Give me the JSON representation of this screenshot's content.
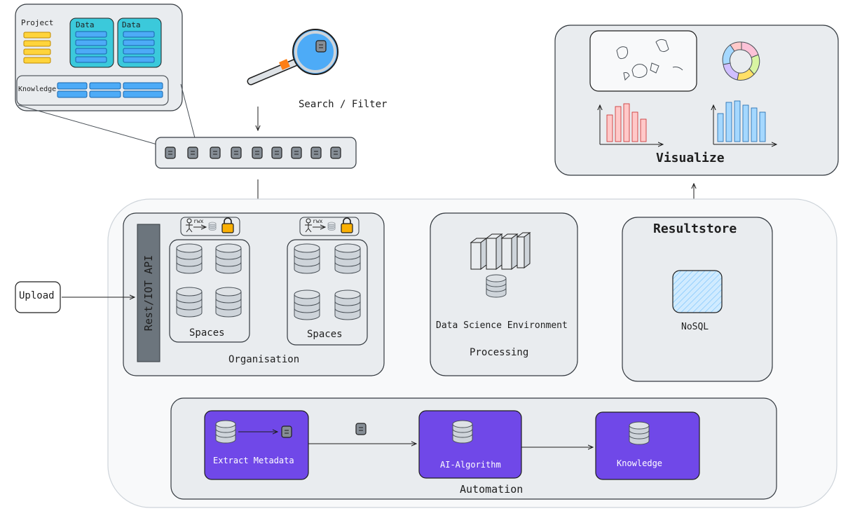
{
  "diagram": {
    "project_label": "Project",
    "data_label_1": "Data",
    "data_label_2": "Data",
    "knowledge_small_label": "Knowledge",
    "search_filter_label": "Search / Filter",
    "upload_label": "Upload",
    "api_label": "Rest/IOT API",
    "spaces_label_1": "Spaces",
    "spaces_label_2": "Spaces",
    "organisation_label": "Organisation",
    "rwx_label_1": "rwx",
    "rwx_label_2": "rwx",
    "dse_label": "Data Science Environment",
    "processing_label": "Processing",
    "resultstore_label": "Resultstore",
    "nosql_label": "NoSQL",
    "visualize_label": "Visualize",
    "extract_label": "Extract Metadata",
    "ai_label": "AI-Algorithm",
    "knowledge_label": "Knowledge",
    "automation_label": "Automation"
  },
  "colors": {
    "purple": "#7048e8",
    "yellow": "#fab005",
    "teal": "#3bc9db",
    "blue": "#4dabf7",
    "panel": "#e9ecef",
    "dark_bar": "#6c757d"
  }
}
